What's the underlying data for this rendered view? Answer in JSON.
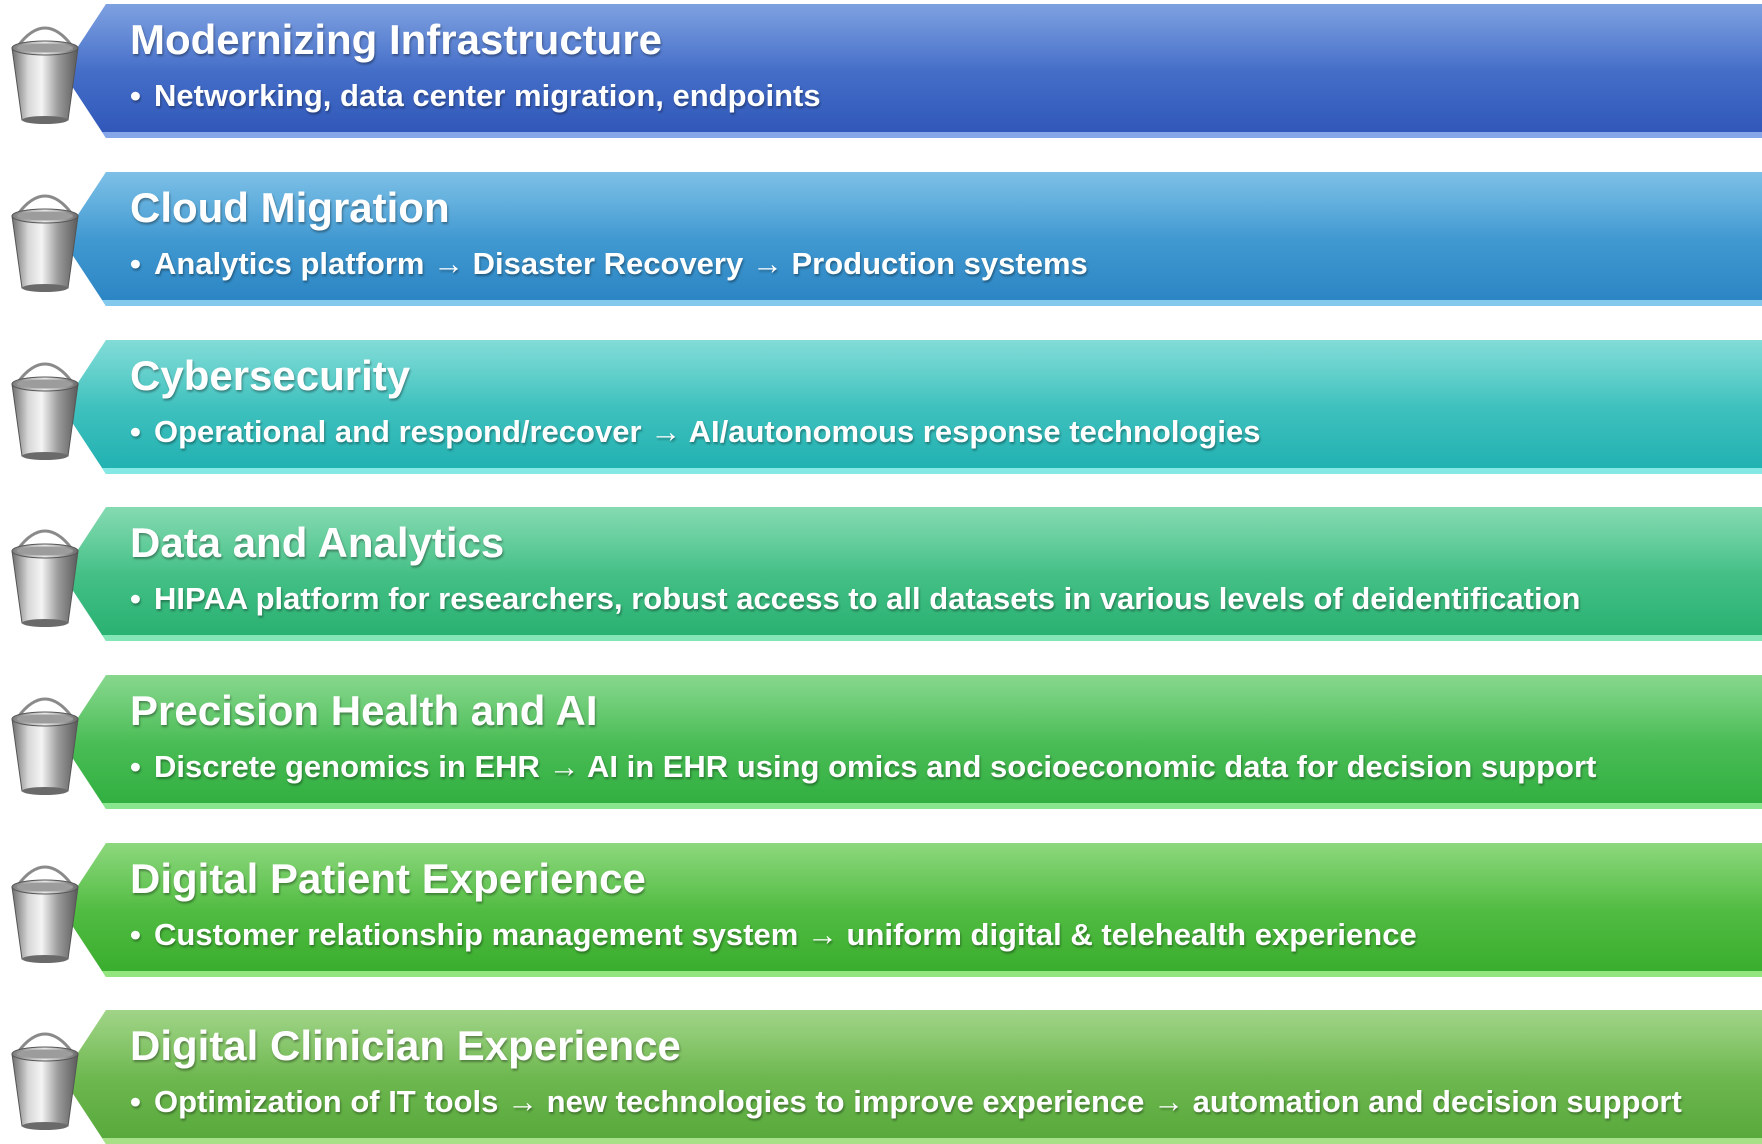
{
  "bullet_glyph": "•",
  "accent_colors": {
    "row1": [
      "#5a86d8",
      "#2f56b8"
    ],
    "row2": [
      "#58aee0",
      "#2a84c2"
    ],
    "row3": [
      "#5fd2cc",
      "#1fb0b0"
    ],
    "row4": [
      "#62d09c",
      "#27b070"
    ],
    "row5": [
      "#66cc6e",
      "#2fae3e"
    ],
    "row6": [
      "#6ccc58",
      "#37ac2c"
    ],
    "row7": [
      "#86c866",
      "#56a83a"
    ]
  },
  "icons": {
    "bucket": "metal-bucket-icon"
  },
  "rows": [
    {
      "title": "Modernizing Infrastructure",
      "detail": "Networking, data center migration, endpoints"
    },
    {
      "title": "Cloud Migration",
      "detail": "Analytics platform → Disaster Recovery → Production systems"
    },
    {
      "title": "Cybersecurity",
      "detail": "Operational and respond/recover → AI/autonomous response technologies"
    },
    {
      "title": "Data and Analytics",
      "detail": "HIPAA platform for researchers, robust access to all datasets in various levels of deidentification"
    },
    {
      "title": "Precision Health and AI",
      "detail": "Discrete genomics in EHR → AI in EHR using omics and socioeconomic data for decision support"
    },
    {
      "title": "Digital Patient Experience",
      "detail": "Customer relationship management system → uniform digital & telehealth experience"
    },
    {
      "title": "Digital Clinician Experience",
      "detail": "Optimization of IT tools → new technologies to improve experience → automation and decision support"
    }
  ]
}
